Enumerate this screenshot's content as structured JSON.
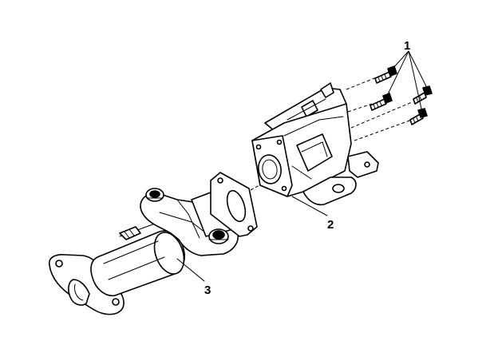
{
  "callouts": {
    "bolts": "1",
    "bracket": "2",
    "column": "3"
  },
  "colors": {
    "line": "#000000",
    "background": "#ffffff"
  }
}
